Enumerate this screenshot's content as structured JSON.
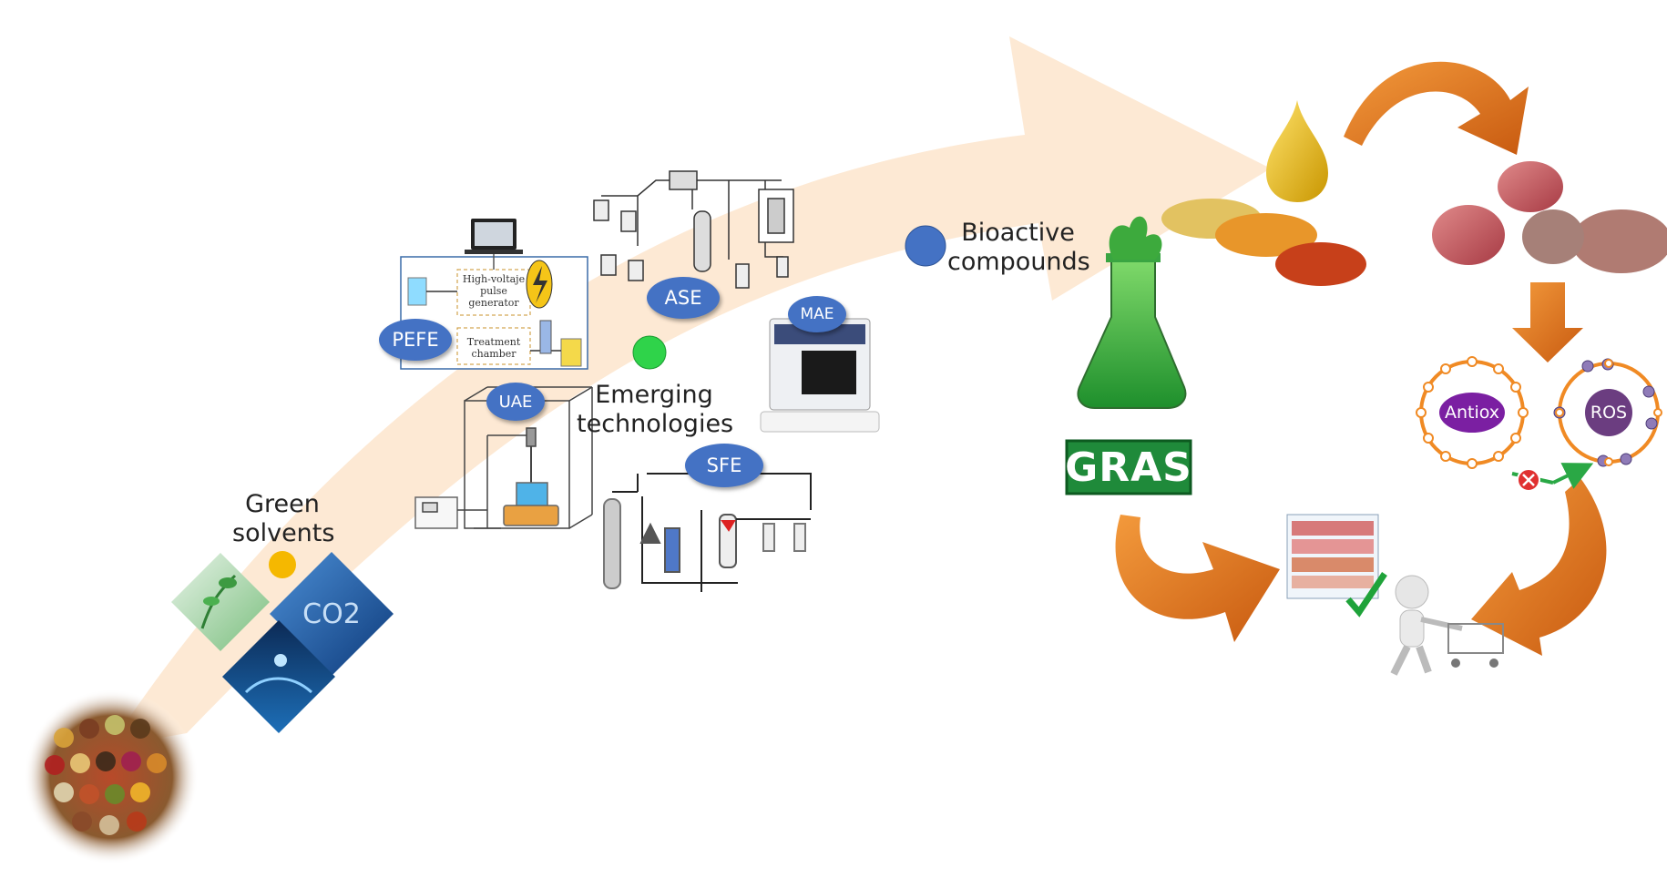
{
  "labels": {
    "green_solvents": "Green\nsolvents",
    "emerging_technologies": "Emerging\ntechnologies",
    "bioactive_compounds": "Bioactive\ncompounds"
  },
  "techniques": {
    "pefe": "PEFE",
    "ase": "ASE",
    "mae": "MAE",
    "uae": "UAE",
    "sfe": "SFE"
  },
  "pefe_panel": {
    "generator": "High-voltaje\npulse\ngenerator",
    "chamber": "Treatment\nchamber"
  },
  "solvent_tiles": {
    "co2": "CO2"
  },
  "gras_badge": "GRAS",
  "cycle": {
    "antiox": "Antiox",
    "ros": "ROS"
  },
  "colors": {
    "arrow_band": "#fde9d4",
    "pill_blue": "#4472c4",
    "dot_yellow": "#f5b800",
    "dot_green": "#2fd34a",
    "dot_blue": "#4472c4",
    "orange_arrow": "#e8711f",
    "gras_green": "#1f8a3a",
    "antiox_purple": "#7b1fa2",
    "ros_purple": "#6b3d80"
  }
}
